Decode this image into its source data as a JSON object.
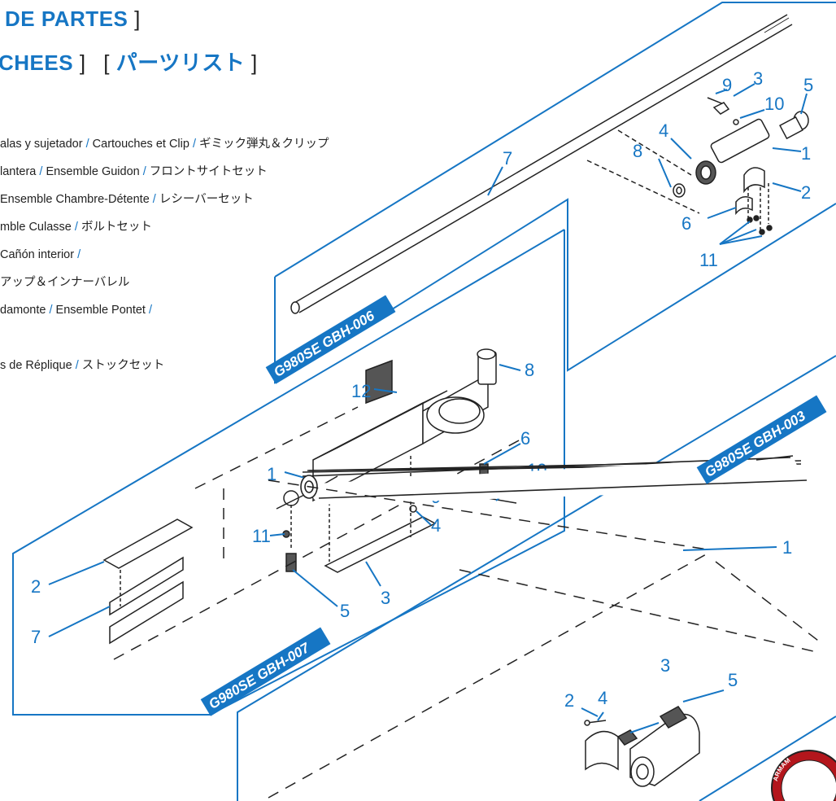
{
  "header": {
    "line1": "DE PARTES",
    "line1_bracket": "]",
    "line2": "CHEES",
    "line2_bracket": "]",
    "open_bracket": "[",
    "jp_title": "パーツリスト",
    "close_bracket": "]"
  },
  "legend": [
    {
      "a": "alas y sujetador",
      "b": "Cartouches et Clip",
      "c": "ギミック弾丸＆クリップ"
    },
    {
      "a": "lantera",
      "b": "Ensemble Guidon",
      "c": "フロントサイトセット"
    },
    {
      "a": "Ensemble Chambre-Détente",
      "b": "レシーバーセット",
      "c": ""
    },
    {
      "a": "mble Culasse",
      "b": "ボルトセット",
      "c": ""
    },
    {
      "a": "Cañón interior",
      "b": "",
      "c": ""
    },
    {
      "a": "アップ＆インナーバレル",
      "b": "",
      "c": ""
    },
    {
      "a": "damonte",
      "b": "Ensemble Pontet",
      "c": ""
    },
    {
      "a": "",
      "b": "",
      "c": ""
    },
    {
      "a": "s de Réplique",
      "b": "ストックセット",
      "c": ""
    }
  ],
  "separator": "/",
  "panels": {
    "gbh006": {
      "code": "G980SE GBH-006",
      "labels": [
        "9",
        "3",
        "10",
        "5",
        "4",
        "1",
        "8",
        "7",
        "2",
        "6",
        "11"
      ]
    },
    "gbh007": {
      "code": "G980SE GBH-007",
      "labels": [
        "8",
        "12",
        "6",
        "1",
        "10",
        "9",
        "4",
        "11",
        "2",
        "5",
        "3",
        "7"
      ]
    },
    "gbh003": {
      "code": "G980SE GBH-003",
      "labels": [
        "1",
        "4",
        "3",
        "5",
        "2"
      ]
    }
  },
  "seal_text": "ARMAM",
  "colors": {
    "accent": "#1676c4",
    "line": "#1676c4",
    "ink": "#222222"
  }
}
